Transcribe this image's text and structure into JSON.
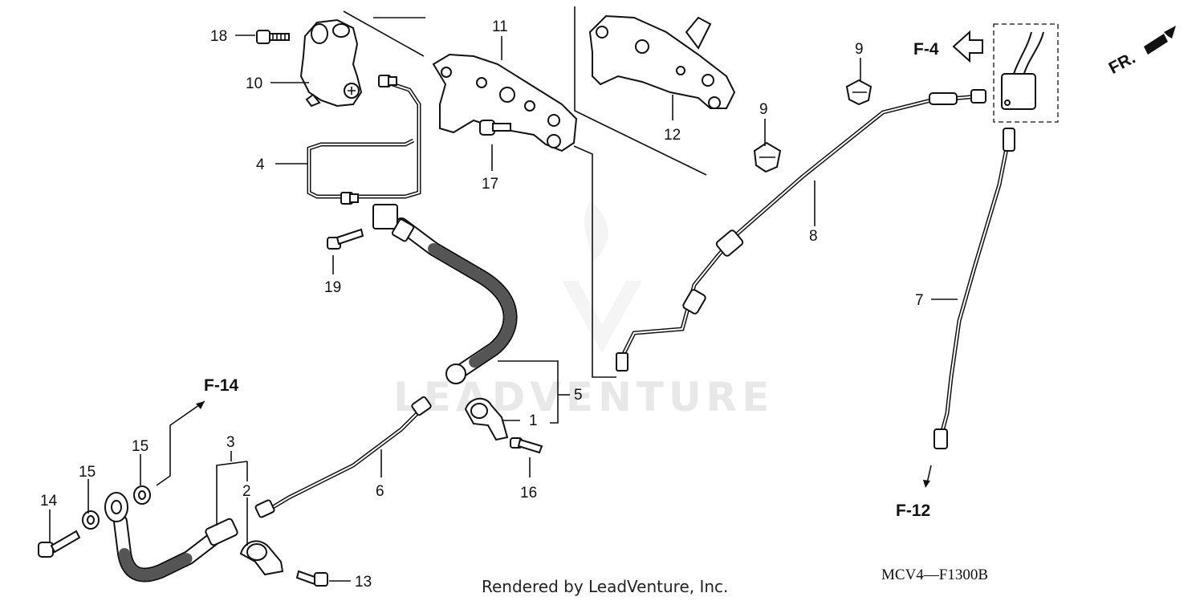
{
  "diagram": {
    "part_callouts": [
      "1",
      "2",
      "3",
      "4",
      "5",
      "6",
      "7",
      "8",
      "9",
      "9",
      "10",
      "11",
      "12",
      "13",
      "14",
      "15",
      "15",
      "16",
      "17",
      "18",
      "19"
    ],
    "reference_labels": [
      "F-4",
      "F-12",
      "F-14"
    ],
    "direction_label": "FR.",
    "diagram_code": "MCV4—F1300B",
    "credit": "Rendered by LeadVenture, Inc.",
    "watermark": "LEADVENTURE"
  }
}
